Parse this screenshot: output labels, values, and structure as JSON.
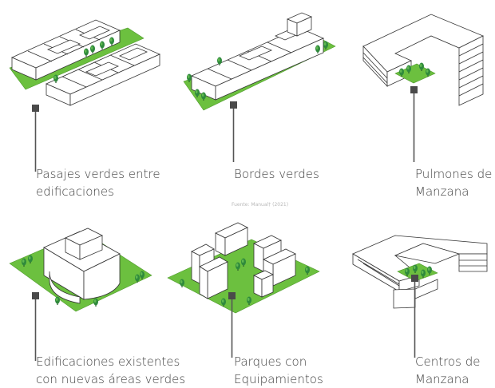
{
  "source_note": "Fuente: Manual† (2021)",
  "categories": [
    {
      "id": "pasajes",
      "lines": [
        "Pasajes verdes entre",
        "edificaciones"
      ]
    },
    {
      "id": "bordes",
      "lines": [
        "Bordes verdes"
      ]
    },
    {
      "id": "pulmones",
      "lines": [
        "Pulmones de",
        "Manzana"
      ]
    },
    {
      "id": "edificaciones",
      "lines": [
        "Edificaciones existentes",
        "con nuevas áreas verdes"
      ]
    },
    {
      "id": "parques",
      "lines": [
        "Parques con",
        "Equipamientos"
      ]
    },
    {
      "id": "centros",
      "lines": [
        "Centros de",
        "Manzana"
      ]
    }
  ],
  "colors": {
    "grass": "#6cc03f",
    "grass_dark": "#4f9a2c",
    "building": "#ffffff",
    "outline": "#333333",
    "tree": "#2f8a3c",
    "marker": "#4a4a4a",
    "leader": "#555555"
  }
}
